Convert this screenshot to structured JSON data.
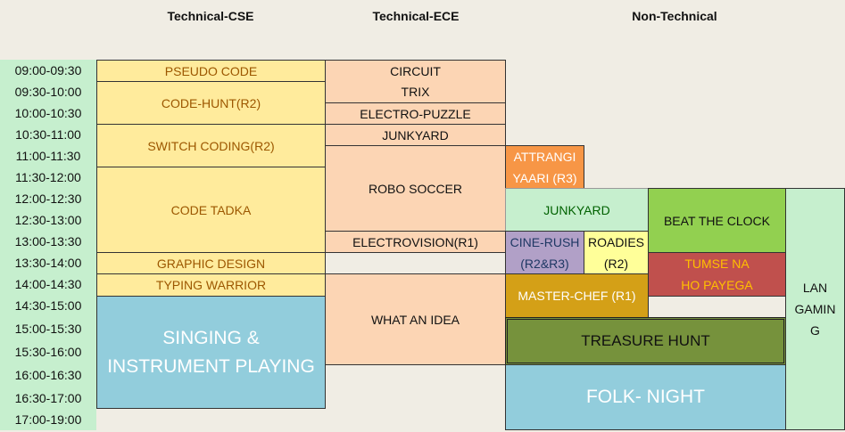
{
  "headers": {
    "cse": "Technical-CSE",
    "ece": "Technical-ECE",
    "nontech": "Non-Technical"
  },
  "times": [
    "09:00-09:30",
    "09:30-10:00",
    "10:00-10:30",
    "10:30-11:00",
    "11:00-11:30",
    "11:30-12:00",
    "12:00-12:30",
    "12:30-13:00",
    "13:00-13:30",
    "13:30-14:00",
    "14:00-14:30",
    "14:30-15:00",
    "15:00-15:30",
    "15:30-16:00",
    "16:00-16:30",
    "16:30-17:00",
    "17:00-19:00"
  ],
  "cse": {
    "pseudo_code": "PSEUDO CODE",
    "code_hunt": "CODE-HUNT(R2)",
    "switch_coding": "SWITCH CODING(R2)",
    "code_tadka": "CODE TADKA",
    "graphic_design": "GRAPHIC DESIGN",
    "typing_warrior": "TYPING WARRIOR",
    "singing": "SINGING &\nINSTRUMENT PLAYING"
  },
  "ece": {
    "circuit": "CIRCUIT",
    "trix": "TRIX",
    "electro_puzzle": "ELECTRO-PUZZLE",
    "junkyard": "JUNKYARD",
    "robo_soccer": "ROBO SOCCER",
    "electrovision": "ELECTROVISION(R1)",
    "what_an_idea": "WHAT AN IDEA"
  },
  "nontech": {
    "attrangi": "ATTRANGI\nYAARI (R3)",
    "junkyard": "JUNKYARD",
    "beat_clock": "BEAT THE CLOCK",
    "cine_rush": "CINE-RUSH\n(R2&R3)",
    "roadies": "ROADIES\n(R2)",
    "tumse": "TUMSE NA\nHO PAYEGA",
    "master_chef": "MASTER-CHEF (R1)",
    "treasure_hunt": "TREASURE HUNT",
    "folk_night": "FOLK- NIGHT",
    "lan_gaming": "LAN\nGAMIN\nG"
  }
}
